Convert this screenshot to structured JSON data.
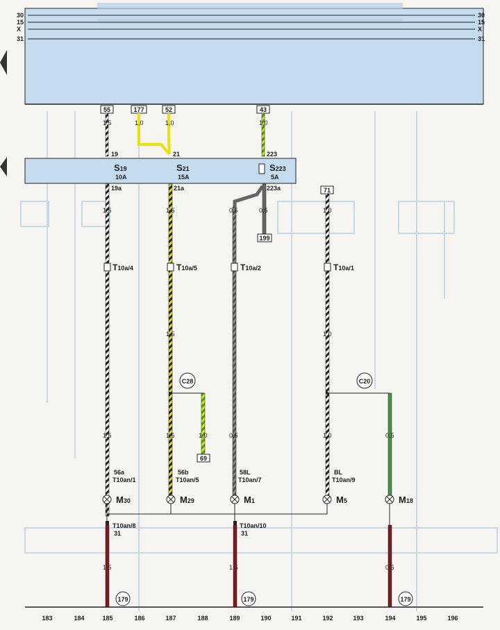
{
  "bus_labels": [
    "30",
    "15",
    "X",
    "31"
  ],
  "terminal_boxes": [
    {
      "id": "t55",
      "label": "55"
    },
    {
      "id": "t177",
      "label": "177"
    },
    {
      "id": "t52",
      "label": "52"
    },
    {
      "id": "t43",
      "label": "43"
    },
    {
      "id": "t71",
      "label": "71"
    },
    {
      "id": "t199",
      "label": "199"
    },
    {
      "id": "t69",
      "label": "69"
    }
  ],
  "fuse_inputs": [
    "19",
    "21",
    "223"
  ],
  "fuses": [
    {
      "name": "S",
      "num": "19",
      "rating": "10A",
      "out": "19a"
    },
    {
      "name": "S",
      "num": "21",
      "rating": "15A",
      "out": "21a"
    },
    {
      "name": "S",
      "num": "223",
      "rating": "5A",
      "out": "223a"
    }
  ],
  "connectors": [
    {
      "name": "T",
      "sub": "10a/4"
    },
    {
      "name": "T",
      "sub": "10a/5"
    },
    {
      "name": "T",
      "sub": "10a/2"
    },
    {
      "name": "T",
      "sub": "10a/1"
    }
  ],
  "wire_sizes": {
    "top_55": "1,5",
    "top_177": "1,0",
    "top_52": "1,0",
    "top_43": "1,0",
    "col185_a": "1,5",
    "col187_a": "1,5",
    "col189_a": "0,5",
    "col190_a": "0,5",
    "col192_a": "1,0",
    "col187_mid": "1,5",
    "col192_mid": "1,0",
    "col185_b": "1,5",
    "col187_b": "1,5",
    "col188_b": "1,0",
    "col189_b": "0,5",
    "col192_b": "1,0",
    "col194_b": "0,5",
    "col185_c": "1,5",
    "col189_c": "1,5",
    "col194_c": "0,5"
  },
  "ground_connector_labels": [
    {
      "pin": "56a",
      "conn": "T10an/1"
    },
    {
      "pin": "56b",
      "conn": "T10an/5"
    },
    {
      "pin": "58L",
      "conn": "T10an/7"
    },
    {
      "pin": "BL",
      "conn": "T10an/9"
    }
  ],
  "lamps": [
    {
      "name": "M",
      "num": "30"
    },
    {
      "name": "M",
      "num": "29"
    },
    {
      "name": "M",
      "num": "1"
    },
    {
      "name": "M",
      "num": "5"
    },
    {
      "name": "M",
      "num": "18"
    }
  ],
  "junction_labels": [
    "C28",
    "C20"
  ],
  "ground_left": {
    "conn": "T10an/8",
    "pin": "31"
  },
  "ground_right": {
    "conn": "T10an/10",
    "pin": "31"
  },
  "ground_points": [
    "179",
    "179",
    "179"
  ],
  "column_numbers": [
    "183",
    "184",
    "185",
    "186",
    "187",
    "188",
    "189",
    "190",
    "191",
    "192",
    "193",
    "194",
    "195",
    "196"
  ],
  "colors": {
    "relay_panel": "#c5dbee",
    "wire_black": "#222222",
    "wire_white": "#ffffff",
    "wire_yellow": "#e8e400",
    "wire_green": "#3d9a3a",
    "wire_grey": "#6a6a6a",
    "wire_brown": "#7a1a22",
    "ghost_lines": "#c9d8e6"
  }
}
